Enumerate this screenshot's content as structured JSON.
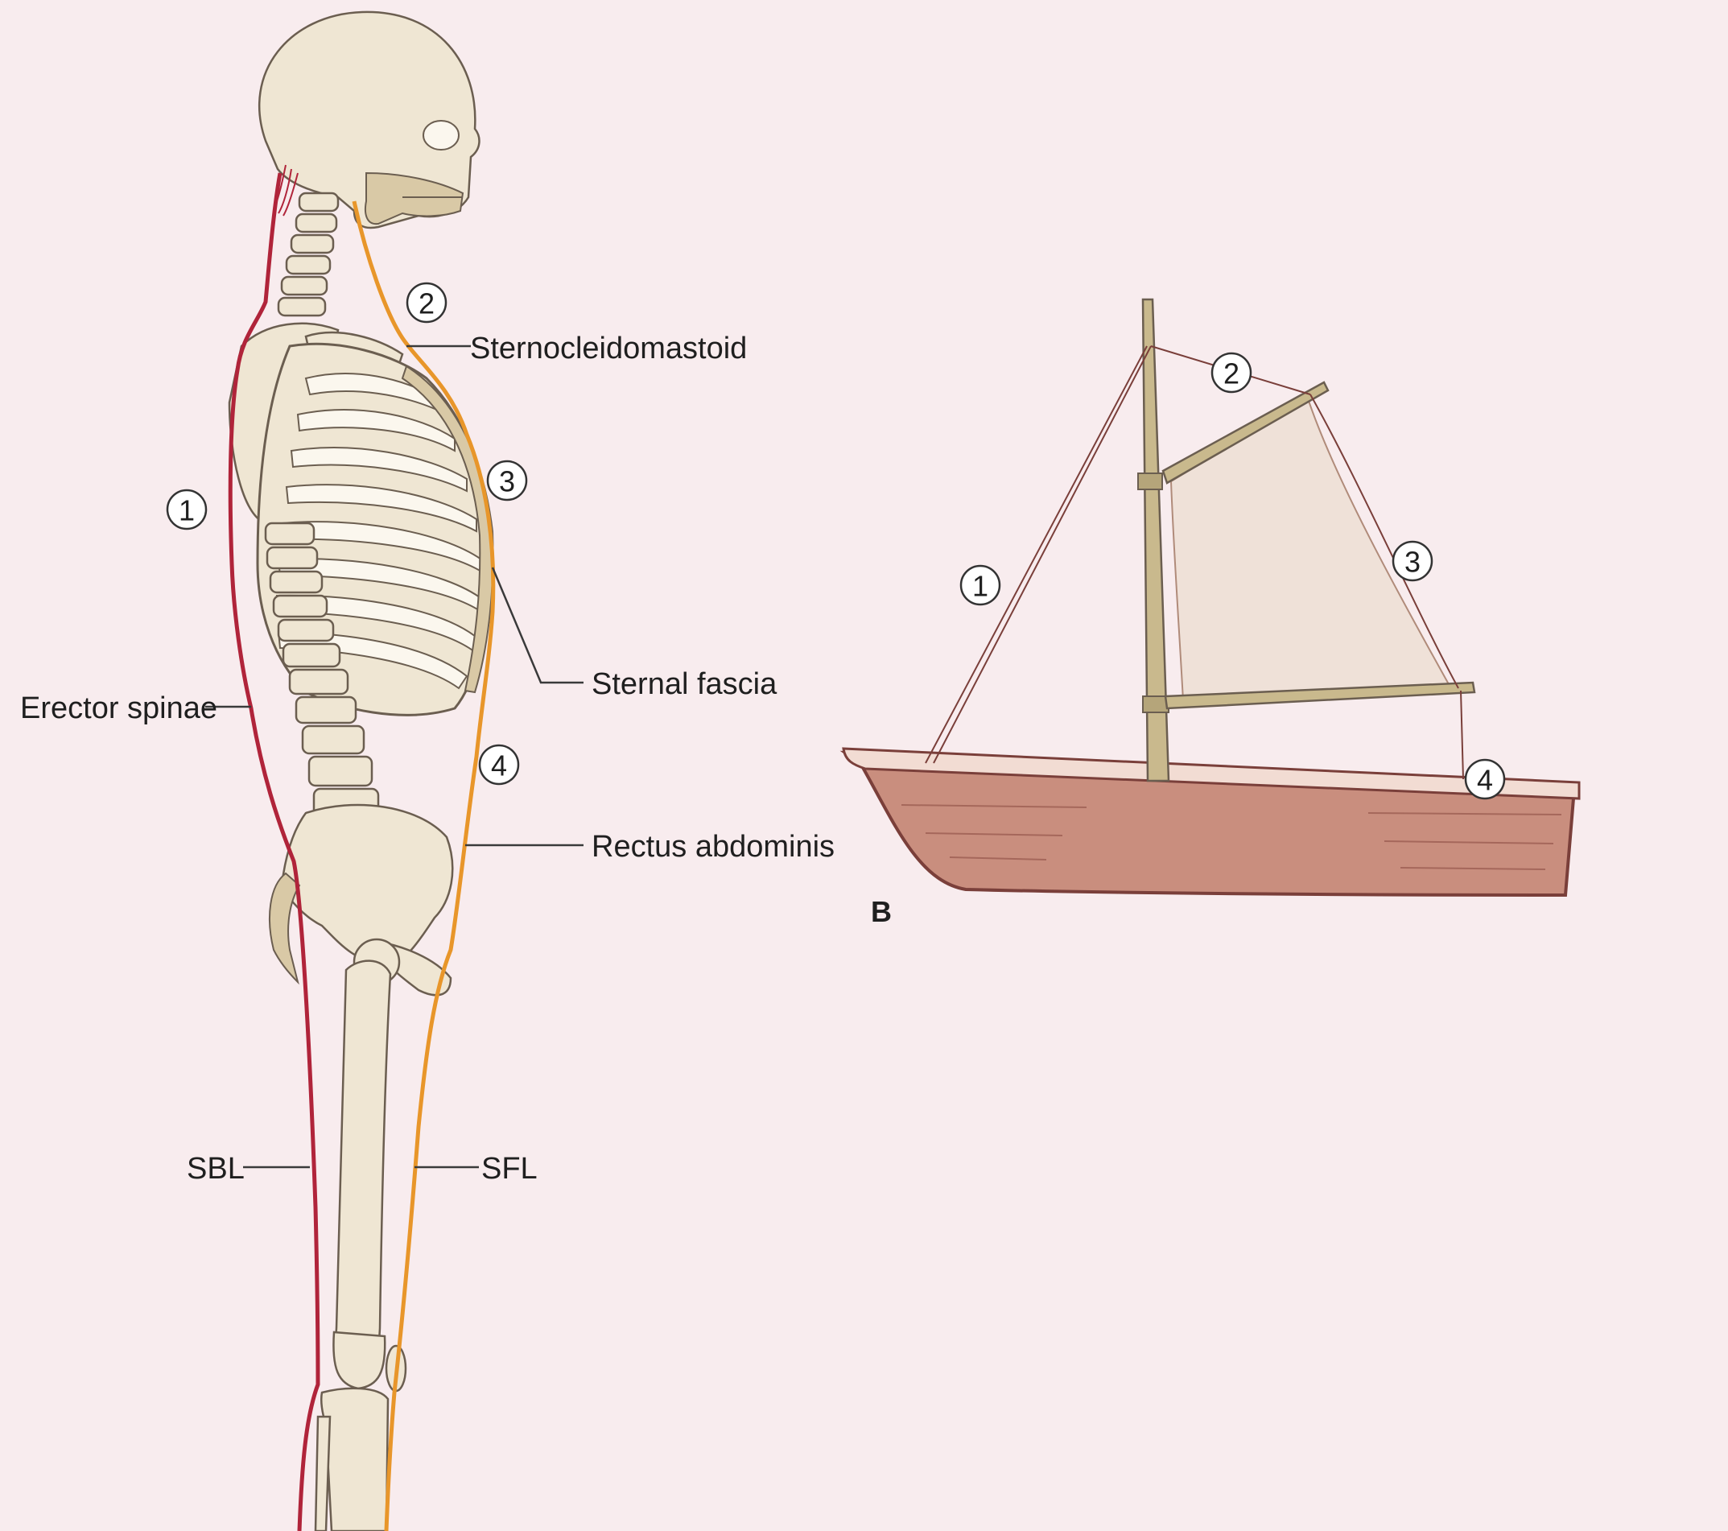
{
  "figure": {
    "panel_b_label": "B",
    "colors": {
      "background": "#f8ecee",
      "superficial_back_line": "#b0243a",
      "superficial_front_line": "#e8962a",
      "hull": "#c98e7e",
      "sail": "#efe1d8",
      "mast": "#c9b98d"
    }
  },
  "skeleton": {
    "labels": {
      "sternocleidomastoid": "Sternocleidomastoid",
      "sternal_fascia": "Sternal fascia",
      "rectus_abdominis": "Rectus abdominis",
      "erector_spinae": "Erector spinae",
      "sbl": "SBL",
      "sfl": "SFL"
    },
    "markers": [
      "1",
      "2",
      "3",
      "4"
    ]
  },
  "boat": {
    "markers": [
      "1",
      "2",
      "3",
      "4"
    ]
  }
}
